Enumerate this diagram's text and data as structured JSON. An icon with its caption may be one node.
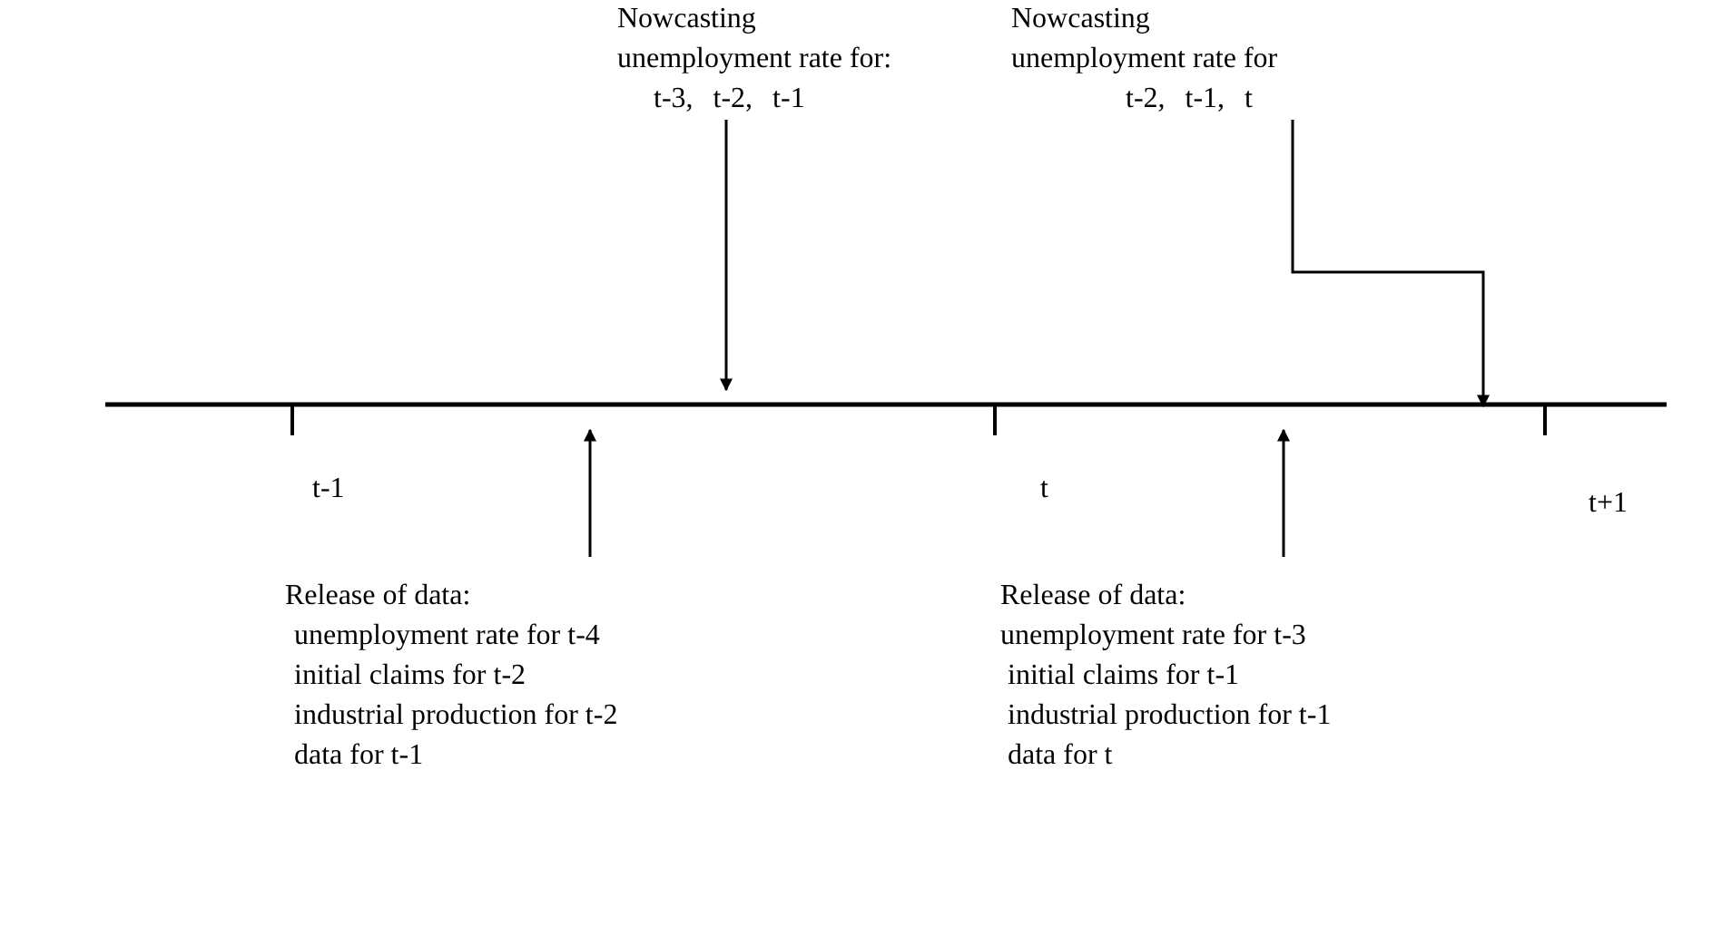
{
  "diagram": {
    "nodes": [
      {
        "text": [
          "Nowcasting unemployment rate for:",
          "t-3, t-2, t-1"
        ]
      },
      {
        "text": [
          "Nowcasting unemployment rate for",
          "t-2, t-1, t"
        ]
      },
      {
        "text": [
          "Release of data:",
          "unemployment rate for t-4",
          "initial claims for t-2",
          "industrial production for t-2",
          "data for t-1"
        ]
      },
      {
        "text": [
          "Release of data:",
          "unemployment rate for t-3",
          "initial claims for t-1",
          "industrial production for t-1",
          "data for t"
        ]
      }
    ],
    "edges": [
      {
        "from": 0,
        "to": null,
        "arrow": "to"
      },
      {
        "from": 1,
        "to": null,
        "arrow": "to"
      },
      {
        "from": 2,
        "to": null,
        "arrow": "to"
      },
      {
        "from": 3,
        "to": null,
        "arrow": "to"
      }
    ],
    "labels": [
      "t-1",
      "t",
      "t+1"
    ]
  }
}
